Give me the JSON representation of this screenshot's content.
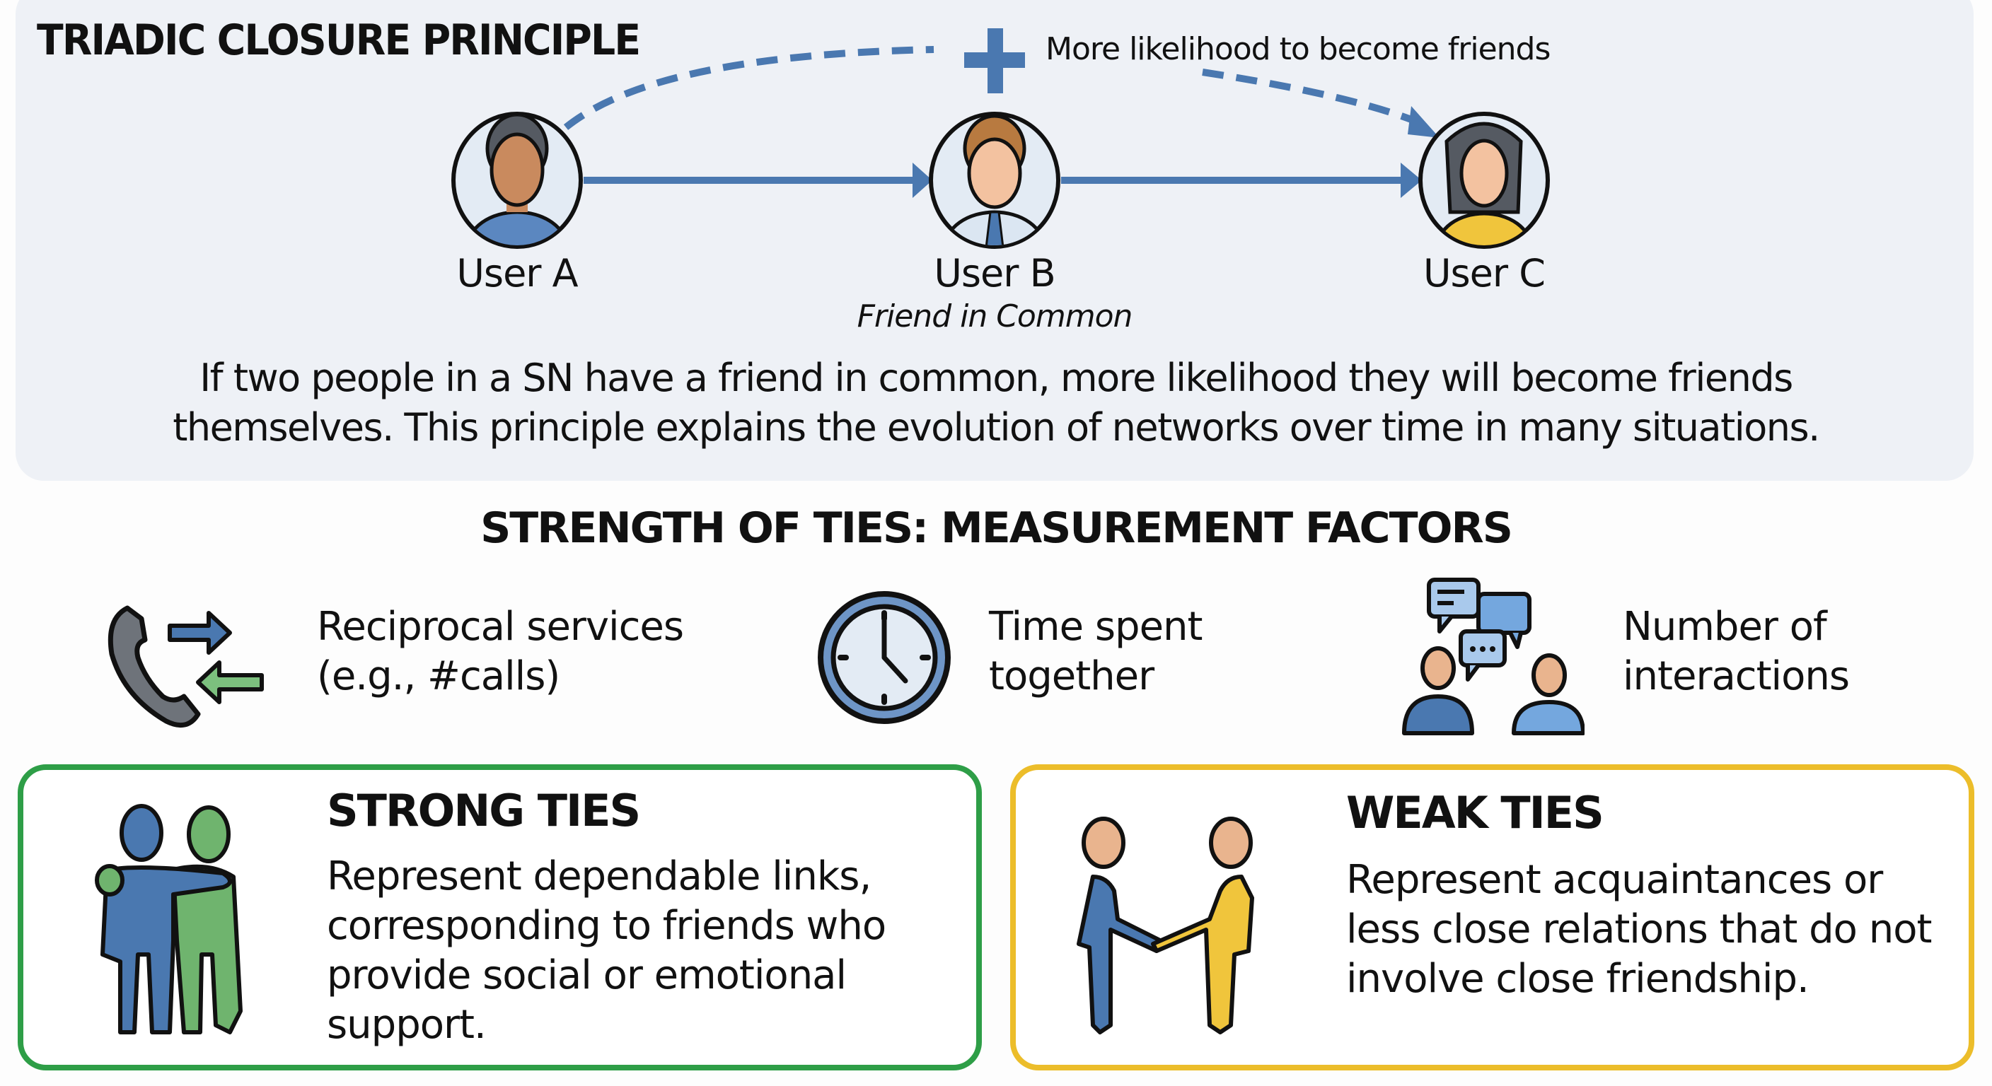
{
  "triadic": {
    "title": "TRIADIC CLOSURE PRINCIPLE",
    "likelihood_label": "More likelihood to become friends",
    "users": [
      {
        "label": "User A"
      },
      {
        "label": "User B",
        "sublabel": "Friend in Common"
      },
      {
        "label": "User C"
      }
    ],
    "description_line1": "If two people in a SN have a friend in common, more likelihood they will become friends",
    "description_line2": "themselves. This principle explains the evolution of networks over time in many situations."
  },
  "strength": {
    "title": "STRENGTH OF TIES: MEASUREMENT FACTORS",
    "factors": [
      {
        "icon": "phone-exchange-icon",
        "line1": "Reciprocal services",
        "line2": "(e.g., #calls)"
      },
      {
        "icon": "clock-icon",
        "line1": "Time spent",
        "line2": "together"
      },
      {
        "icon": "conversation-icon",
        "line1": "Number of",
        "line2": "interactions"
      }
    ]
  },
  "ties": {
    "strong": {
      "title": "STRONG TIES",
      "lines": [
        "Represent dependable links,",
        "corresponding to friends who",
        "provide social or emotional",
        "support."
      ],
      "border_color": "#2e9e47"
    },
    "weak": {
      "title": "WEAK TIES",
      "lines": [
        "Represent acquaintances or",
        "less close relations that do not",
        "involve close friendship."
      ],
      "border_color": "#ecbd2a"
    }
  },
  "colors": {
    "accent_blue": "#4a78b0",
    "panel_bg": "#eef1f6",
    "green": "#6fb46e",
    "yellow": "#f0c53c",
    "skin": "#e9b48e"
  }
}
